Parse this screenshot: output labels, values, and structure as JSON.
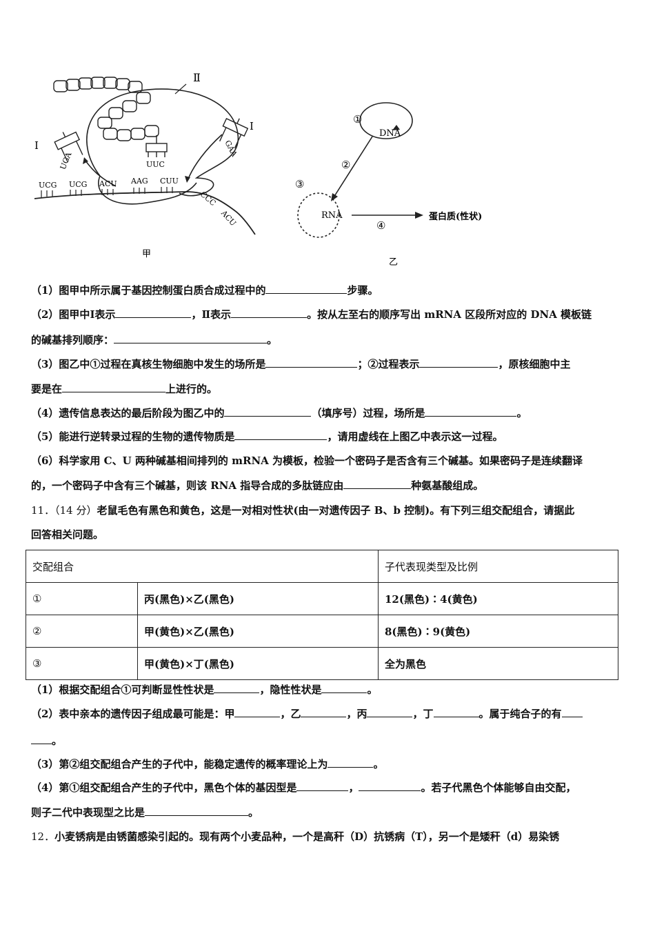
{
  "figure": {
    "jia": {
      "roman_II": "Ⅱ",
      "roman_I_left": "Ⅰ",
      "roman_I_right": "Ⅰ",
      "anticodon_left": "UGA",
      "anticodon_center": "UUC",
      "anticodon_right": "GAA",
      "mrna_codons": [
        "UCG",
        "UCG",
        "ACU",
        "AAG",
        "CUU",
        "CCC",
        "ACU"
      ],
      "caption": "甲"
    },
    "yi": {
      "label_1": "①",
      "label_2": "②",
      "label_3": "③",
      "label_4": "④",
      "dna": "DNA",
      "rna": "RNA",
      "protein": "蛋白质(性状)",
      "caption": "乙"
    }
  },
  "q10": {
    "p1a": "（1）图甲中所示属于基因控制蛋白质合成过程中的",
    "p1b": "步骤。",
    "p2a": "（2）图甲中Ⅰ表示",
    "p2b": "，Ⅱ表示",
    "p2c": "。按从左至右的顺序写出 mRNA 区段所对应的 DNA 模板链",
    "p2d": "的碱基排列顺序：",
    "p2e": "。",
    "p3a": "（3）图乙中①过程在真核生物细胞中发生的场所是",
    "p3b": "；②过程表示",
    "p3c": "，原核细胞中主",
    "p3d": "要是在",
    "p3e": "上进行的。",
    "p4a": "（4）遗传信息表达的最后阶段为图乙中的",
    "p4b": "（填序号）过程，场所是",
    "p4c": "。",
    "p5a": "（5）能进行逆转录过程的生物的遗传物质是",
    "p5b": "，请用虚线在上图乙中表示这一过程。",
    "p6a": "（6）科学家用 C、U 两种碱基相间排列的 mRNA 为模板，检验一个密码子是否含有三个碱基。如果密码子是连续翻译",
    "p6b": "的，一个密码子中含有三个碱基，则该 RNA 指导合成的多肽链应由",
    "p6c": "种氨基酸组成。"
  },
  "q11": {
    "num": "11．（14 分）",
    "stem_a": "老鼠毛色有黑色和黄色，这是一对相对性状(由一对遗传因子 B、b 控制)。有下列三组交配组合，请据此",
    "stem_b": "回答相关问题。",
    "table": {
      "header_combo": "交配组合",
      "header_offspring": "子代表现类型及比例",
      "rows": [
        {
          "no": "①",
          "cross": "丙(黑色)×乙(黑色)",
          "result": "12(黑色)∶4(黄色)"
        },
        {
          "no": "②",
          "cross": "甲(黄色)×乙(黑色)",
          "result": "8(黑色)∶9(黄色)"
        },
        {
          "no": "③",
          "cross": "甲(黄色)×丁(黑色)",
          "result": "全为黑色"
        }
      ]
    },
    "p1a": "（1）根据交配组合①可判断显性性状是",
    "p1b": "，隐性性状是",
    "p1c": "。",
    "p2a": "（2）表中亲本的遗传因子组成最可能是：甲",
    "p2b": "，乙",
    "p2c": "，丙",
    "p2d": "，丁",
    "p2e": "。属于纯合子的有",
    "p2f": "。",
    "p3a": "（3）第②组交配组合产生的子代中，能稳定遗传的概率理论上为",
    "p3b": "。",
    "p4a": "（4）第①组交配组合产生的子代中，黑色个体的基因型是",
    "p4b": "，",
    "p4c": "。若子代黑色个体能够自由交配，",
    "p4d": "则子二代中表现型之比是",
    "p4e": "。"
  },
  "q12": {
    "num": "12．",
    "stem": "小麦锈病是由锈菌感染引起的。现有两个小麦品种，一个是高秆（D）抗锈病（T），另一个是矮秆（d）易染锈"
  }
}
